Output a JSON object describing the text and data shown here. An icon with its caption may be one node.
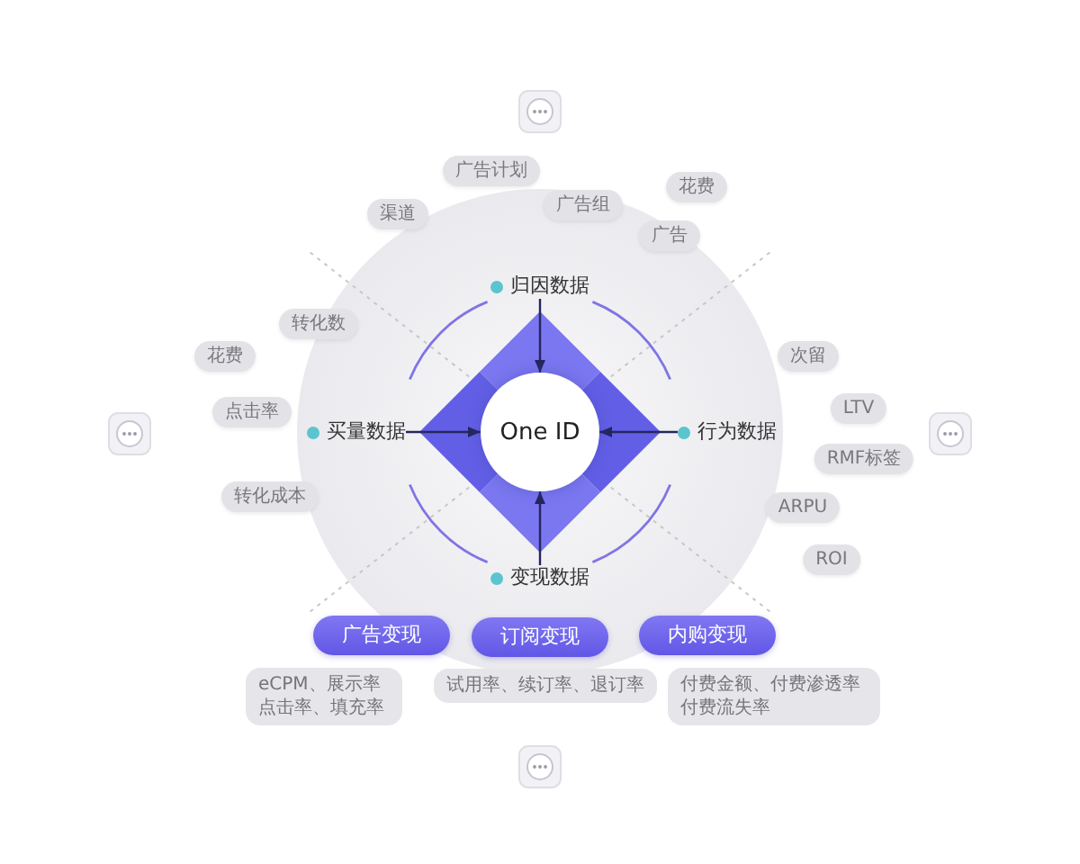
{
  "diagram": {
    "nodes": [
      {
        "text": [
          "广告计划"
        ]
      },
      {
        "text": [
          "渠道"
        ]
      },
      {
        "text": [
          "广告组"
        ]
      },
      {
        "text": [
          "花费"
        ]
      },
      {
        "text": [
          "广告"
        ]
      },
      {
        "text": [
          "归因数据"
        ]
      },
      {
        "text": [
          "转化数"
        ]
      },
      {
        "text": [
          "花费"
        ]
      },
      {
        "text": [
          "点击率"
        ]
      },
      {
        "text": [
          "买量数据"
        ]
      },
      {
        "text": [
          "转化成本"
        ]
      },
      {
        "text": [
          "One ID"
        ]
      },
      {
        "text": [
          "行为数据"
        ]
      },
      {
        "text": [
          "次留"
        ]
      },
      {
        "text": [
          "LTV"
        ]
      },
      {
        "text": [
          "RMF标签"
        ]
      },
      {
        "text": [
          "ARPU"
        ]
      },
      {
        "text": [
          "ROI"
        ]
      },
      {
        "text": [
          "变现数据"
        ]
      },
      {
        "text": [
          "广告变现"
        ]
      },
      {
        "text": [
          "订阅变现"
        ]
      },
      {
        "text": [
          "内购变现"
        ]
      },
      {
        "text": [
          "eCPM、展示率点击率、填充率"
        ]
      },
      {
        "text": [
          "试用率、续订率、退订率"
        ]
      },
      {
        "text": [
          "付费金额、付费渗透率付费流失率"
        ]
      }
    ],
    "edges": [
      {
        "from": 5,
        "to": 11,
        "arrow": "to"
      },
      {
        "from": 9,
        "to": 11,
        "arrow": "to"
      },
      {
        "from": 12,
        "to": 11,
        "arrow": "to"
      },
      {
        "from": 18,
        "to": 11,
        "arrow": "to"
      }
    ]
  }
}
